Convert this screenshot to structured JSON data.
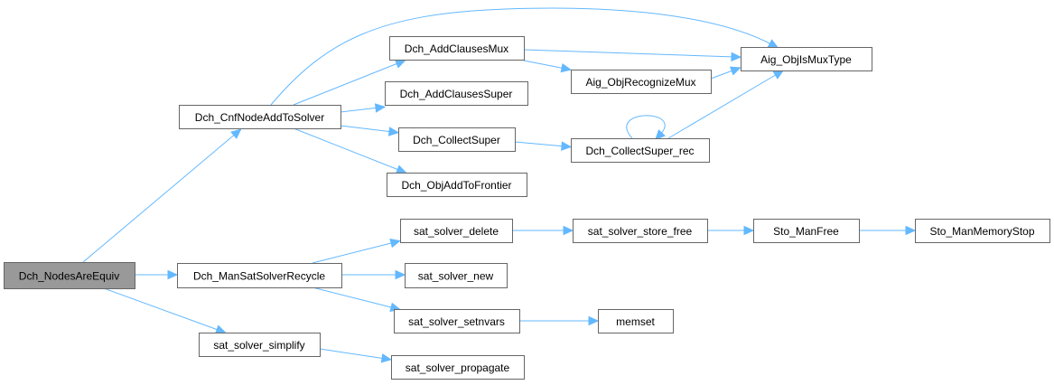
{
  "graph": {
    "edge_color": "#63b8ff",
    "root_fill": "#999999",
    "nodes": {
      "root": "Dch_NodesAreEquiv",
      "cnf": "Dch_CnfNodeAddToSolver",
      "mux": "Dch_AddClausesMux",
      "super": "Dch_AddClausesSuper",
      "collect": "Dch_CollectSuper",
      "frontier": "Dch_ObjAddToFrontier",
      "ismux": "Aig_ObjIsMuxType",
      "recog": "Aig_ObjRecognizeMux",
      "collectrec": "Dch_CollectSuper_rec",
      "recycle": "Dch_ManSatSolverRecycle",
      "del": "sat_solver_delete",
      "storefree": "sat_solver_store_free",
      "stofree": "Sto_ManFree",
      "memstop": "Sto_ManMemoryStop",
      "new": "sat_solver_new",
      "setnvars": "sat_solver_setnvars",
      "memset": "memset",
      "simplify": "sat_solver_simplify",
      "propagate": "sat_solver_propagate"
    },
    "edges": [
      [
        "root",
        "cnf"
      ],
      [
        "root",
        "recycle"
      ],
      [
        "root",
        "simplify"
      ],
      [
        "cnf",
        "ismux"
      ],
      [
        "cnf",
        "mux"
      ],
      [
        "cnf",
        "super"
      ],
      [
        "cnf",
        "collect"
      ],
      [
        "cnf",
        "frontier"
      ],
      [
        "mux",
        "ismux"
      ],
      [
        "mux",
        "recog"
      ],
      [
        "recog",
        "ismux"
      ],
      [
        "collect",
        "collectrec"
      ],
      [
        "collectrec",
        "collectrec"
      ],
      [
        "collectrec",
        "ismux"
      ],
      [
        "recycle",
        "del"
      ],
      [
        "recycle",
        "new"
      ],
      [
        "recycle",
        "setnvars"
      ],
      [
        "del",
        "storefree"
      ],
      [
        "storefree",
        "stofree"
      ],
      [
        "stofree",
        "memstop"
      ],
      [
        "setnvars",
        "memset"
      ],
      [
        "simplify",
        "propagate"
      ]
    ]
  }
}
